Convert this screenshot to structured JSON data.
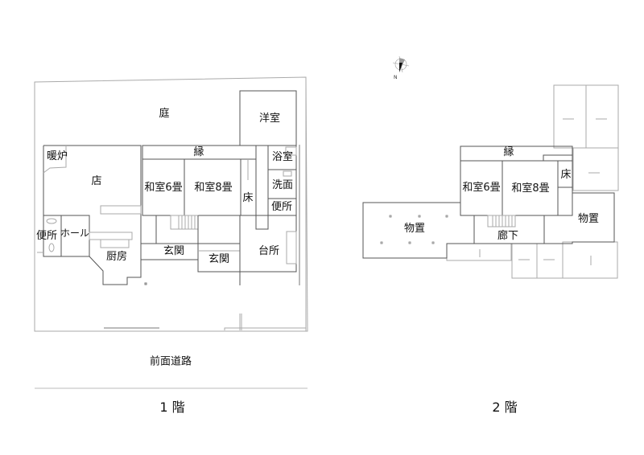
{
  "floor1": {
    "caption": "1 階",
    "road_label": "前面道路",
    "rooms": {
      "garden": "庭",
      "western_room": "洋室",
      "fireplace": "暖炉",
      "engawa": "縁",
      "bath": "浴室",
      "shop": "店",
      "washroom_6": "和室6畳",
      "washroom_8": "和室8畳",
      "tokonoma": "床",
      "washbasin": "洗面",
      "toilet_right": "便所",
      "toilet_left": "便所",
      "hall": "ホール",
      "entrance_1": "玄関",
      "entrance_2": "玄関",
      "kitchen_right": "台所",
      "kitchen_left": "厨房"
    }
  },
  "floor2": {
    "caption": "2 階",
    "rooms": {
      "engawa": "縁",
      "tatami_6": "和室6畳",
      "tatami_8": "和室8畳",
      "tokonoma": "床",
      "storage_left": "物置",
      "storage_right": "物置",
      "corridor": "廊下"
    }
  },
  "compass": {
    "label": "N"
  }
}
